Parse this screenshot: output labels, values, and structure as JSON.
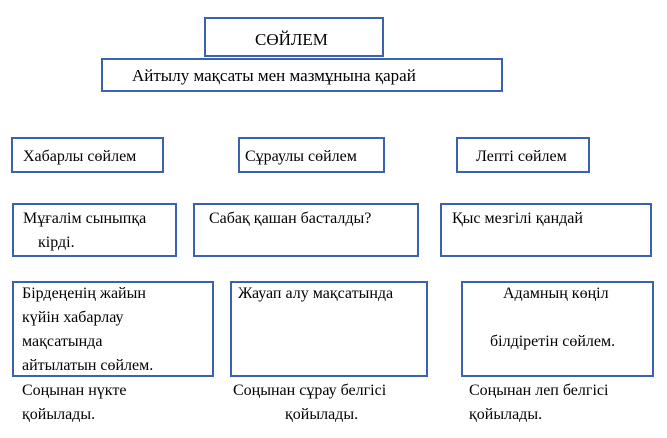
{
  "title": "СӨЙЛЕМ",
  "subtitle": "Айтылу мақсаты мен мазмұнына қарай",
  "columns": [
    {
      "type_label": "Хабарлы сөйлем",
      "example": [
        "Мұғалім сыныпқа",
        "кірді."
      ],
      "definition": [
        "Бірдеңенің жайын",
        "күйін хабарлау",
        "мақсатында",
        "айтылатын сөйлем."
      ],
      "punctuation": [
        "Соңынан нүкте",
        "қойылады."
      ]
    },
    {
      "type_label": "Сұраулы сөйлем",
      "example": [
        "Сабақ қашан басталды?"
      ],
      "definition": [
        "Жауап алу мақсатында"
      ],
      "punctuation": [
        "Соңынан сұрау белгісі",
        "қойылады."
      ]
    },
    {
      "type_label": "Лепті сөйлем",
      "example": [
        "Қыс мезгілі қандай"
      ],
      "definition": [
        "Адамның көңіл",
        "білдіретін сөйлем."
      ],
      "punctuation": [
        "Соңынан леп белгісі",
        "қойылады."
      ]
    }
  ]
}
